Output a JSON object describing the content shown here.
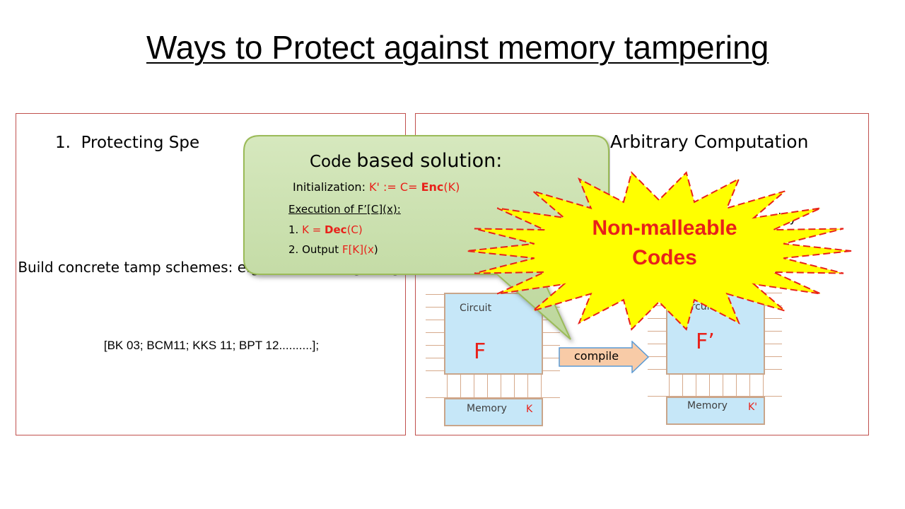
{
  "slide": {
    "title": "Ways to Protect against memory tampering"
  },
  "left_panel": {
    "heading": "1.  Protecting Spe",
    "body": "Build concrete tamp schemes: e.g. PRF, PKE, Sigs, e.g:",
    "refs": "[BK 03;  BCM11; KKS 11; BPT 12..........];"
  },
  "right_panel": {
    "heading": "Arbitrary Computation",
    "functionality_fragment": "ality"
  },
  "left_circuit": {
    "circuit_label": "Circuit",
    "function_label": "F",
    "memory_label": "Memory",
    "key_label": "K"
  },
  "right_circuit": {
    "circuit_label": "Circuit",
    "function_label": "F’",
    "memory_label": "Memory",
    "key_label": "K'"
  },
  "compile_arrow": {
    "label": "compile"
  },
  "callout": {
    "title_prefix": "Code ",
    "title_rest": "based solution:",
    "init_prefix": "Initialization: ",
    "init_value_a": "K' := C= ",
    "init_enc": "Enc",
    "init_value_b": "(K)",
    "exec_title": "Execution of F’[C](x):",
    "step1_num": "1. ",
    "step1_a": "K = ",
    "step1_dec": "Dec",
    "step1_b": "(C)",
    "step2_num": "2. Output ",
    "step2_a": "F[K](x",
    "step2_b": ")"
  },
  "starburst": {
    "line1": "Non-malleable",
    "line2": "Codes"
  },
  "colors": {
    "accent_red": "#e8211a",
    "panel_border": "#c0504d",
    "callout_fill": "#bfd8a0",
    "callout_border": "#9bbb59",
    "star_fill": "#ffff00",
    "star_border": "#e8211a",
    "circuit_fill": "#c6e7f8",
    "arrow_fill": "#f8cba7"
  }
}
